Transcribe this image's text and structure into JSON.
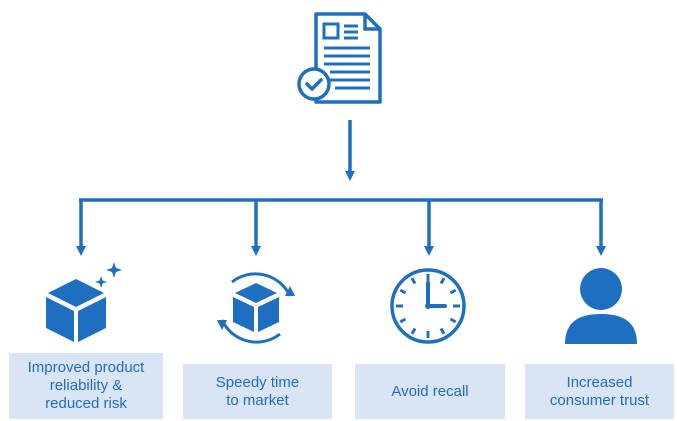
{
  "colors": {
    "accent": "#1f6fc1",
    "box_fill": "#d9e4f5",
    "background": "#ffffff"
  },
  "top": {
    "icon": "document-check-icon"
  },
  "benefits": [
    {
      "label": "Improved product\nreliability &\nreduced risk",
      "icon": "sparkle-cube-icon"
    },
    {
      "label": "Speedy time\nto market",
      "icon": "cycle-cube-icon"
    },
    {
      "label": "Avoid recall",
      "icon": "clock-icon"
    },
    {
      "label": "Increased\nconsumer trust",
      "icon": "person-icon"
    }
  ]
}
